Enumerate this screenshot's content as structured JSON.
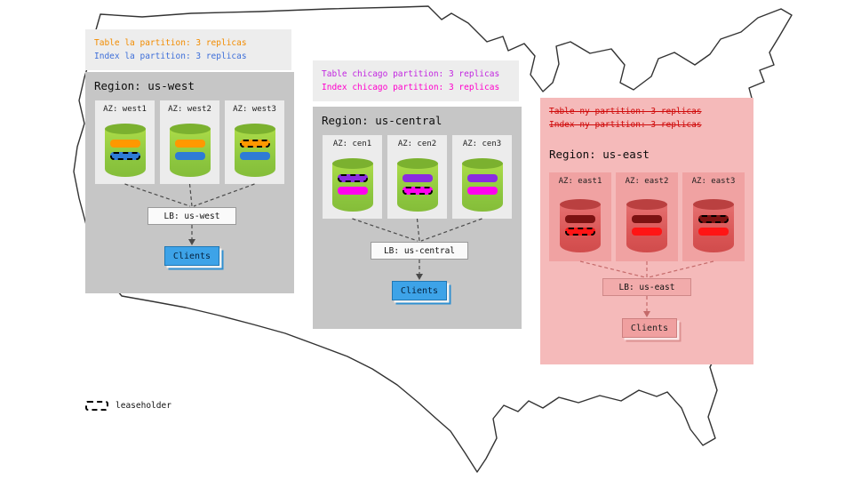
{
  "legend": {
    "label": "leaseholder"
  },
  "colors": {
    "west_table_text": "#f28c00",
    "west_index_text": "#3e6fd9",
    "central_table_text": "#c226e0",
    "central_index_text": "#ff00cc",
    "failed_note_text": "#cf0a0a",
    "region_bg": "#c6c6c6",
    "az_bg": "#ececec",
    "failed_region_bg": "#f5baba",
    "failed_az_bg": "#f0a2a2",
    "cylinder_green": "#8cc63f",
    "cylinder_red": "#d95454",
    "bar_orange": "#ff9800",
    "bar_blue": "#2e7bd6",
    "bar_purple": "#8a2be2",
    "bar_magenta": "#ff00f0",
    "bar_darkred": "#7c1212",
    "bar_red": "#ff1515",
    "clients_blue": "#3da3e8",
    "clients_pink": "#f0a0a0"
  },
  "regions": [
    {
      "id": "us-west",
      "title": "Region: us-west",
      "status": "healthy",
      "notes": [
        {
          "text": "Table la partition: 3 replicas",
          "color": "#f28c00",
          "strikethrough": false
        },
        {
          "text": "Index la partition: 3 replicas",
          "color": "#3e6fd9",
          "strikethrough": false
        }
      ],
      "azs": [
        {
          "label": "AZ: west1",
          "replicas": [
            {
              "partition": "table la",
              "color": "#ff9800",
              "leaseholder": false
            },
            {
              "partition": "index la",
              "color": "#2e7bd6",
              "leaseholder": true
            }
          ]
        },
        {
          "label": "AZ: west2",
          "replicas": [
            {
              "partition": "table la",
              "color": "#ff9800",
              "leaseholder": false
            },
            {
              "partition": "index la",
              "color": "#2e7bd6",
              "leaseholder": false
            }
          ]
        },
        {
          "label": "AZ: west3",
          "replicas": [
            {
              "partition": "table la",
              "color": "#ff9800",
              "leaseholder": true
            },
            {
              "partition": "index la",
              "color": "#2e7bd6",
              "leaseholder": false
            }
          ]
        }
      ],
      "load_balancer": "LB: us-west",
      "clients": "Clients"
    },
    {
      "id": "us-central",
      "title": "Region: us-central",
      "status": "healthy",
      "notes": [
        {
          "text": "Table chicago partition: 3 replicas",
          "color": "#c226e0",
          "strikethrough": false
        },
        {
          "text": "Index chicago partition: 3 replicas",
          "color": "#ff00cc",
          "strikethrough": false
        }
      ],
      "azs": [
        {
          "label": "AZ: cen1",
          "replicas": [
            {
              "partition": "table chicago",
              "color": "#8a2be2",
              "leaseholder": true
            },
            {
              "partition": "index chicago",
              "color": "#ff00f0",
              "leaseholder": false
            }
          ]
        },
        {
          "label": "AZ: cen2",
          "replicas": [
            {
              "partition": "table chicago",
              "color": "#8a2be2",
              "leaseholder": false
            },
            {
              "partition": "index chicago",
              "color": "#ff00f0",
              "leaseholder": true
            }
          ]
        },
        {
          "label": "AZ: cen3",
          "replicas": [
            {
              "partition": "table chicago",
              "color": "#8a2be2",
              "leaseholder": false
            },
            {
              "partition": "index chicago",
              "color": "#ff00f0",
              "leaseholder": false
            }
          ]
        }
      ],
      "load_balancer": "LB: us-central",
      "clients": "Clients"
    },
    {
      "id": "us-east",
      "title": "Region: us-east",
      "status": "failed",
      "notes": [
        {
          "text": "Table ny partition: 3 replicas",
          "color": "#cf0a0a",
          "strikethrough": true
        },
        {
          "text": "Index ny partition: 3 replicas",
          "color": "#cf0a0a",
          "strikethrough": true
        }
      ],
      "azs": [
        {
          "label": "AZ: east1",
          "replicas": [
            {
              "partition": "table ny",
              "color": "#7c1212",
              "leaseholder": false
            },
            {
              "partition": "index ny",
              "color": "#ff1515",
              "leaseholder": true
            }
          ]
        },
        {
          "label": "AZ: east2",
          "replicas": [
            {
              "partition": "table ny",
              "color": "#7c1212",
              "leaseholder": false
            },
            {
              "partition": "index ny",
              "color": "#ff1515",
              "leaseholder": false
            }
          ]
        },
        {
          "label": "AZ: east3",
          "replicas": [
            {
              "partition": "table ny",
              "color": "#7c1212",
              "leaseholder": true
            },
            {
              "partition": "index ny",
              "color": "#ff1515",
              "leaseholder": false
            }
          ]
        }
      ],
      "load_balancer": "LB: us-east",
      "clients": "Clients"
    }
  ]
}
